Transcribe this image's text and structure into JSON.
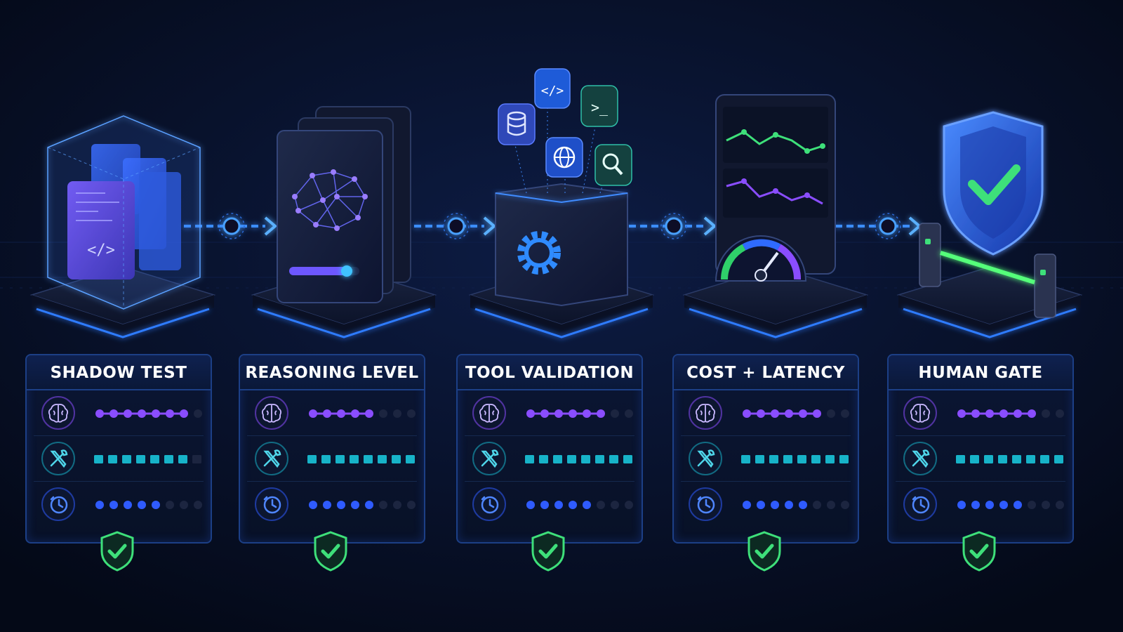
{
  "colors": {
    "background": "#050b1f",
    "accent_blue": "#2f7bff",
    "flow_line": "#3b8dff",
    "reasoning_dot": "#8a4dff",
    "tool_square": "#17b3c8",
    "latency_dot": "#2f5bff",
    "inactive": "#1c2540",
    "check_green": "#3ee07a"
  },
  "icons": {
    "reasoning": "brain-icon",
    "tools": "wrench-screwdriver-icon",
    "latency": "clock-icon",
    "approval": "shield-check-icon"
  },
  "stages": [
    {
      "title": "SHADOW TEST",
      "reasoning_level": 7,
      "tool_level": 7,
      "latency_level": 5
    },
    {
      "title": "REASONING LEVEL",
      "reasoning_level": 5,
      "tool_level": 8,
      "latency_level": 5
    },
    {
      "title": "TOOL VALIDATION",
      "reasoning_level": 6,
      "tool_level": 8,
      "latency_level": 5
    },
    {
      "title": "COST + LATENCY",
      "reasoning_level": 6,
      "tool_level": 8,
      "latency_level": 5
    },
    {
      "title": "HUMAN GATE",
      "reasoning_level": 6,
      "tool_level": 8,
      "latency_level": 5
    }
  ],
  "scale_max": 8
}
